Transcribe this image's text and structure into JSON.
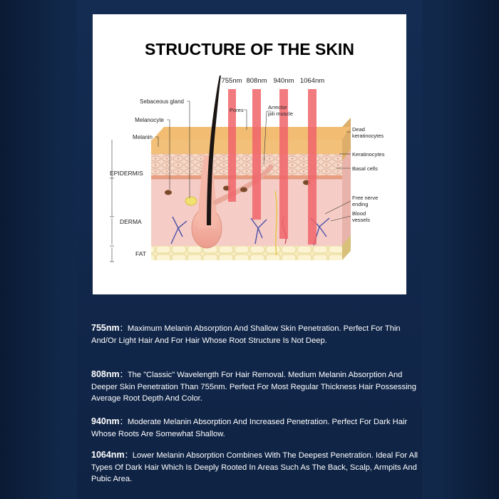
{
  "diagram": {
    "title": "STRUCTURE OF THE SKIN",
    "wavelengths": [
      "755nm",
      "808nm",
      "940nm",
      "1064nm"
    ],
    "left_labels": {
      "sebaceous_gland": "Sebaceous gland",
      "melanocyte": "Melanocyte",
      "melanin": "Melanin",
      "epidermis": "EPIDERMIS",
      "derma": "DERMA",
      "fat": "FAT"
    },
    "top_labels": {
      "pores": "Pores",
      "arrector_1": "Arrector",
      "arrector_2": "pili muscle"
    },
    "right_labels": {
      "dead_1": "Dead",
      "dead_2": "keratinocytes",
      "keratinocytes": "Keratinocytes",
      "basal": "Basal cells",
      "nerve_1": "Free nerve",
      "nerve_2": "ending",
      "blood_1": "Blood",
      "blood_2": "vessels"
    },
    "colors": {
      "laser": "#f0646a",
      "epidermis": "#f3c07a",
      "dermis": "#f6cdc6",
      "fat": "#f7ecbe"
    }
  },
  "descriptions": [
    {
      "wavelength": "755nm",
      "separator": "：",
      "text": "Maximum Melanin Absorption And Shallow Skin Penetration. Perfect For Thin And/Or Light Hair And For Hair Whose Root Structure Is Not Deep."
    },
    {
      "wavelength": "808nm",
      "separator": "：",
      "text": "The \"Classic\" Wavelength For Hair Removal. Medium Melanin Absorption And Deeper Skin Penetration Than 755nm. Perfect For Most Regular Thickness Hair Possessing Average Root Depth And Color."
    },
    {
      "wavelength": "940nm",
      "separator": "：",
      "text": "Moderate Melanin Absorption And Increased Penetration. Perfect For Dark Hair Whose Roots Are Somewhat Shallow."
    },
    {
      "wavelength": "1064nm",
      "separator": "：",
      "text": "Lower Melanin Absorption Combines With The Deepest Penetration. Ideal For All Types Of Dark Hair Which Is Deeply Rooted In Areas Such As The Back, Scalp, Armpits And Pubic Area."
    }
  ]
}
